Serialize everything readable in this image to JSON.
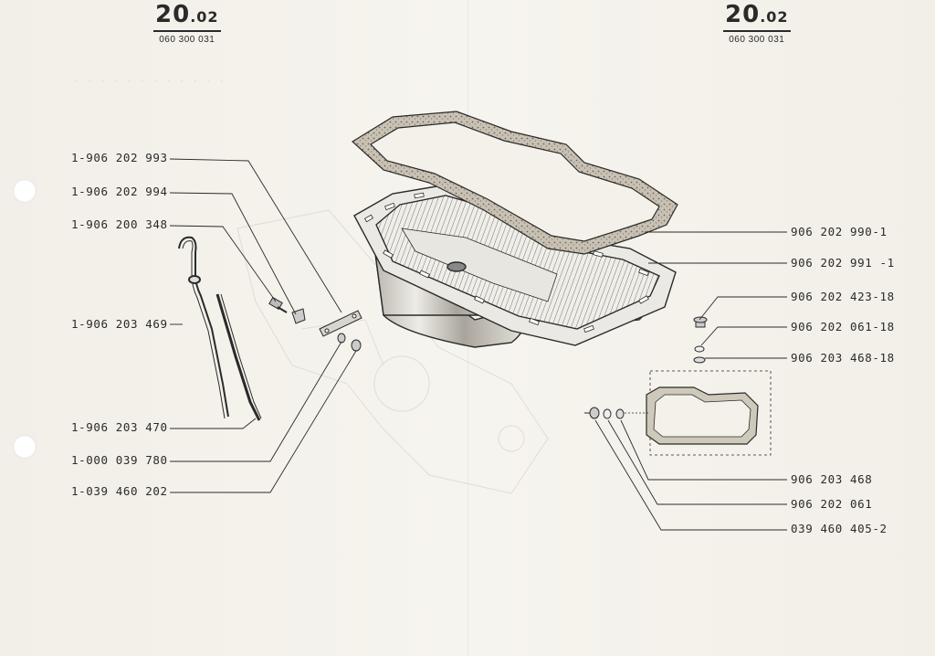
{
  "header_left": {
    "section": "20",
    "subsection": ".02",
    "reference": "060 300 031"
  },
  "header_right": {
    "section": "20",
    "subsection": ".02",
    "reference": "060 300 031"
  },
  "labels_left": [
    "1-906 202 993",
    "1-906 202 994",
    "1-906 200 348",
    "1-906 203 469",
    "1-906 203 470",
    "1-000 039 780",
    "1-039 460 202"
  ],
  "labels_right": [
    "906 202 990-1",
    "906 202 991 -1",
    "906 202 423-18",
    "906 202 061-18",
    "906 203 468-18",
    "906 203 468",
    "906 202 061",
    "039 460 405-2"
  ],
  "colors": {
    "paper": "#f3f1ea",
    "ink": "#2a2a2a",
    "gasket_fill": "#b8b0a0"
  }
}
